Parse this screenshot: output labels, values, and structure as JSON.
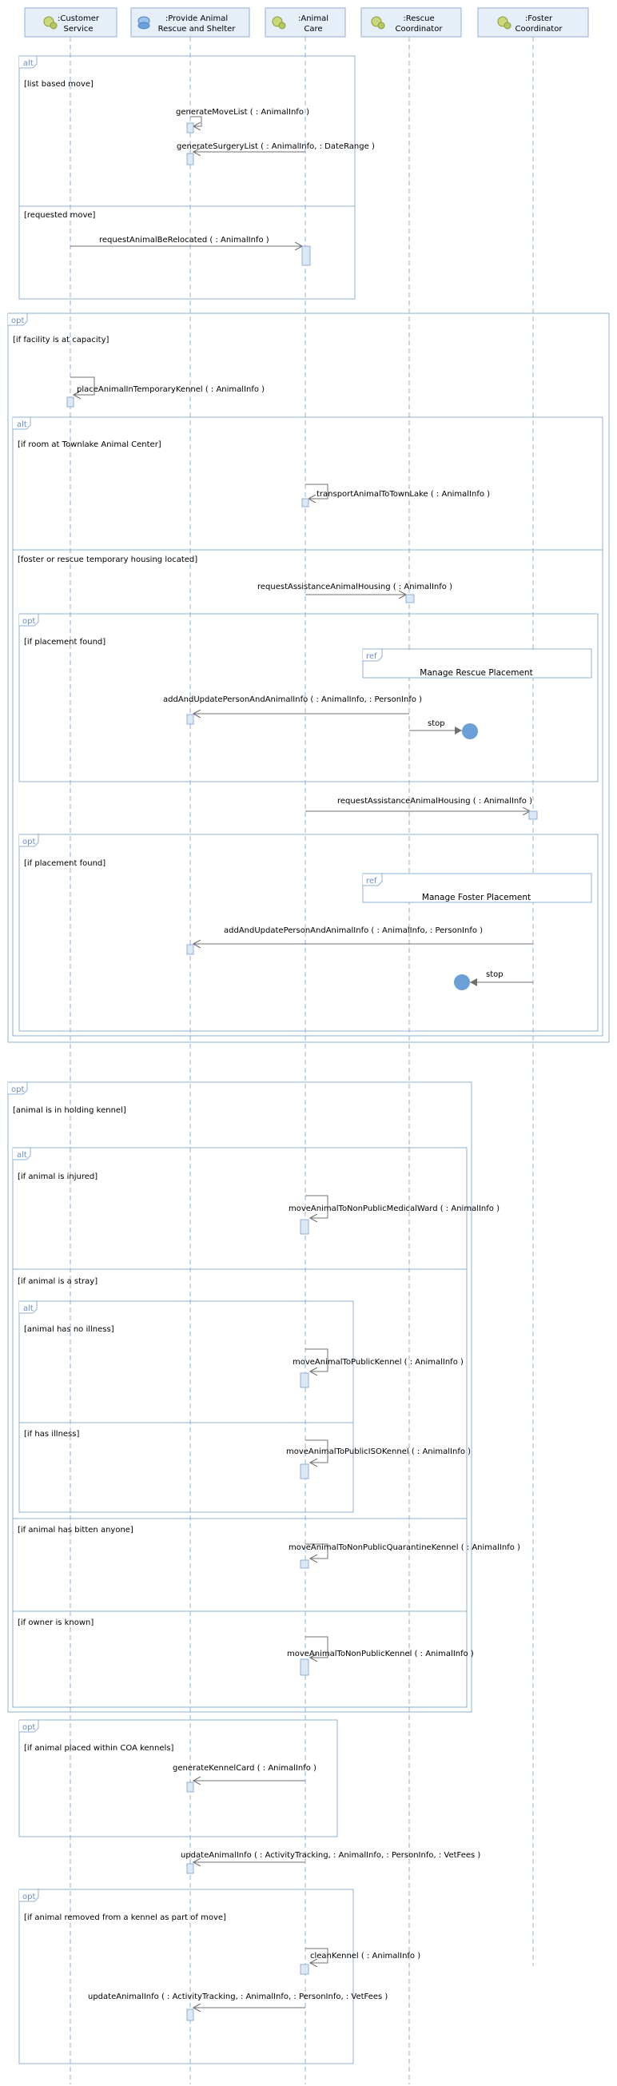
{
  "lifelines": [
    {
      "id": "cs",
      "line1": ":Customer",
      "line2": "Service"
    },
    {
      "id": "pars",
      "line1": ":Provide Animal",
      "line2": "Rescue and Shelter"
    },
    {
      "id": "ac",
      "line1": ":Animal",
      "line2": "Care"
    },
    {
      "id": "rc",
      "line1": ":Rescue",
      "line2": "Coordinator"
    },
    {
      "id": "fc",
      "line1": ":Foster",
      "line2": "Coordinator"
    }
  ],
  "fragments": {
    "alt1": {
      "op": "alt",
      "guard1": "[list based move]",
      "guard2": "[requested move]"
    },
    "opt_capacity": {
      "op": "opt",
      "guard": "[if facility is at capacity]"
    },
    "alt_room": {
      "op": "alt",
      "guard1": "[if room at Townlake Animal Center]",
      "guard2": "[foster or rescue temporary housing located]"
    },
    "opt_rescue": {
      "op": "opt",
      "guard": "[if placement found]"
    },
    "opt_foster": {
      "op": "opt",
      "guard": "[if placement found]"
    },
    "opt_holding": {
      "op": "opt",
      "guard": "[animal is in holding kennel]"
    },
    "alt_injured": {
      "op": "alt",
      "guard1": "[if animal is injured]",
      "guard2": "[if animal is a stray]",
      "guard3": "[if animal has bitten anyone]",
      "guard4": "[if owner is known]"
    },
    "alt_illness": {
      "op": "alt",
      "guard1": "[animal has no illness]",
      "guard2": "[if has illness]"
    },
    "opt_coa": {
      "op": "opt",
      "guard": "[if animal placed within COA kennels]"
    },
    "opt_removed": {
      "op": "opt",
      "guard": "[if animal removed from a kennel as part of move]"
    }
  },
  "refs": {
    "rescue": {
      "op": "ref",
      "title": "Manage Rescue Placement"
    },
    "foster": {
      "op": "ref",
      "title": "Manage Foster Placement"
    }
  },
  "messages": {
    "m1": "generateMoveList ( : AnimalInfo )",
    "m2": "generateSurgeryList ( : AnimalInfo,  : DateRange )",
    "m3": "requestAnimalBeRelocated ( : AnimalInfo )",
    "m4": "placeAnimalInTemporaryKennel ( : AnimalInfo )",
    "m5": "transportAnimalToTownLake ( : AnimalInfo )",
    "m6": "requestAssistanceAnimalHousing ( : AnimalInfo )",
    "m7": "addAndUpdatePersonAndAnimalInfo ( : AnimalInfo,  : PersonInfo )",
    "stop1": "stop",
    "m8": "requestAssistanceAnimalHousing ( : AnimalInfo )",
    "m9": "addAndUpdatePersonAndAnimalInfo ( : AnimalInfo,  : PersonInfo )",
    "stop2": "stop",
    "m10": "moveAnimalToNonPublicMedicalWard ( : AnimalInfo )",
    "m11": "moveAnimalToPublicKennel ( : AnimalInfo )",
    "m12": "moveAnimalToPublicISOKennel ( : AnimalInfo )",
    "m13": "moveAnimalToNonPublicQuarantineKennel ( : AnimalInfo )",
    "m14": "moveAnimalToNonPublicKennel ( : AnimalInfo )",
    "m15": "generateKennelCard ( : AnimalInfo )",
    "m16": "updateAnimalInfo ( : ActivityTracking,  : AnimalInfo,  : PersonInfo,  : VetFees )",
    "m17": "cleanKennel ( : AnimalInfo )",
    "m18": "updateAnimalInfo ( : ActivityTracking,  : AnimalInfo,  : PersonInfo,  : VetFees )"
  },
  "colors": {
    "frame": "#8fb0d4",
    "header_fill": "#e6eef8",
    "lifeline": "#8fb0d4",
    "activation_fill": "#dce8f6",
    "stop_fill": "#6a9fd8",
    "arrow": "#707070"
  }
}
